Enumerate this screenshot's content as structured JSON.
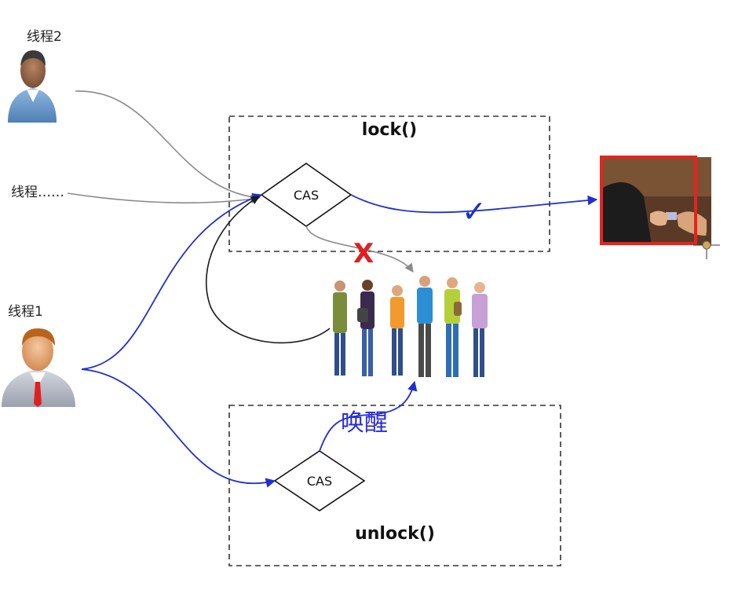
{
  "threads": {
    "thread2": "线程2",
    "thread_more": "线程……",
    "thread1": "线程1"
  },
  "lock_box": {
    "label": "lock()",
    "cas_label": "CAS"
  },
  "unlock_box": {
    "label": "unlock()",
    "cas_label": "CAS"
  },
  "wake_label": "唤醒",
  "fail_mark": "X",
  "success_mark": "✓",
  "colors": {
    "blue_path": "#1f2fd0",
    "gray_path": "#8a8a8a",
    "black_path": "#1a1a1a",
    "fail_red": "#e02020",
    "highlight_red": "#e8231c"
  }
}
